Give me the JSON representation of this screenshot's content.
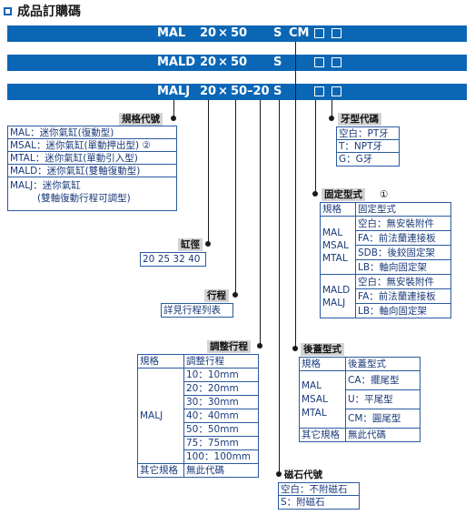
{
  "page_title": "成品訂購碼",
  "order_codes": {
    "row1": [
      "MAL",
      "20",
      "×",
      "50",
      "S",
      "CM"
    ],
    "row2": [
      "MALD",
      "20",
      "×",
      "50",
      "S"
    ],
    "row3": [
      "MALJ",
      "20",
      "×",
      "50",
      "–20",
      "S"
    ]
  },
  "spec_code": {
    "label": "規格代號",
    "items": [
      "MAL：迷你氣缸(復動型)",
      "MSAL：迷你氣缸(單動押出型) ②",
      "MTAL：迷你氣缸(單動引入型)",
      "MALD：迷你氣缸(雙軸復動型)",
      "MALJ：迷你氣缸",
      "(雙軸復動行程可調型)"
    ]
  },
  "bore": {
    "label": "缸徑",
    "value": "20 25 32 40"
  },
  "stroke": {
    "label": "行程",
    "value": "詳見行程列表"
  },
  "adjust_stroke": {
    "label": "調整行程",
    "head": [
      "規格",
      "調整行程"
    ],
    "spec": "MALJ",
    "rows": [
      "10：10mm",
      "20：20mm",
      "30：30mm",
      "40：40mm",
      "50：50mm",
      "75：75mm",
      "100：100mm"
    ],
    "other_spec": "其它規格",
    "other_value": "無此代碼"
  },
  "magnet": {
    "label": "磁石代號",
    "items": [
      "空白：不附磁石",
      "S：附磁石"
    ]
  },
  "rear_cover": {
    "label": "後蓋型式",
    "head": [
      "規格",
      "後蓋型式"
    ],
    "specs": [
      "MAL",
      "MSAL",
      "MTAL"
    ],
    "rows": [
      "CA：擺尾型",
      "U：平尾型",
      "CM：圓尾型"
    ],
    "other_spec": "其它規格",
    "other_value": "無此代碼"
  },
  "mount": {
    "label": "固定型式",
    "note": "①",
    "head": [
      "規格",
      "固定型式"
    ],
    "specs_a": [
      "MAL",
      "MSAL",
      "MTAL"
    ],
    "rows_a": [
      "空白：無安裝附件",
      "FA：前法蘭連接板",
      "SDB：後鉸固定架",
      "LB：軸向固定架"
    ],
    "specs_b": [
      "MALD",
      "MALJ"
    ],
    "rows_b": [
      "空白：無安裝附件",
      "FA：前法蘭連接板",
      "LB：軸向固定架"
    ]
  },
  "thread": {
    "label": "牙型代碼",
    "items": [
      "空白：PT牙",
      "T：NPT牙",
      "G：G牙"
    ]
  }
}
